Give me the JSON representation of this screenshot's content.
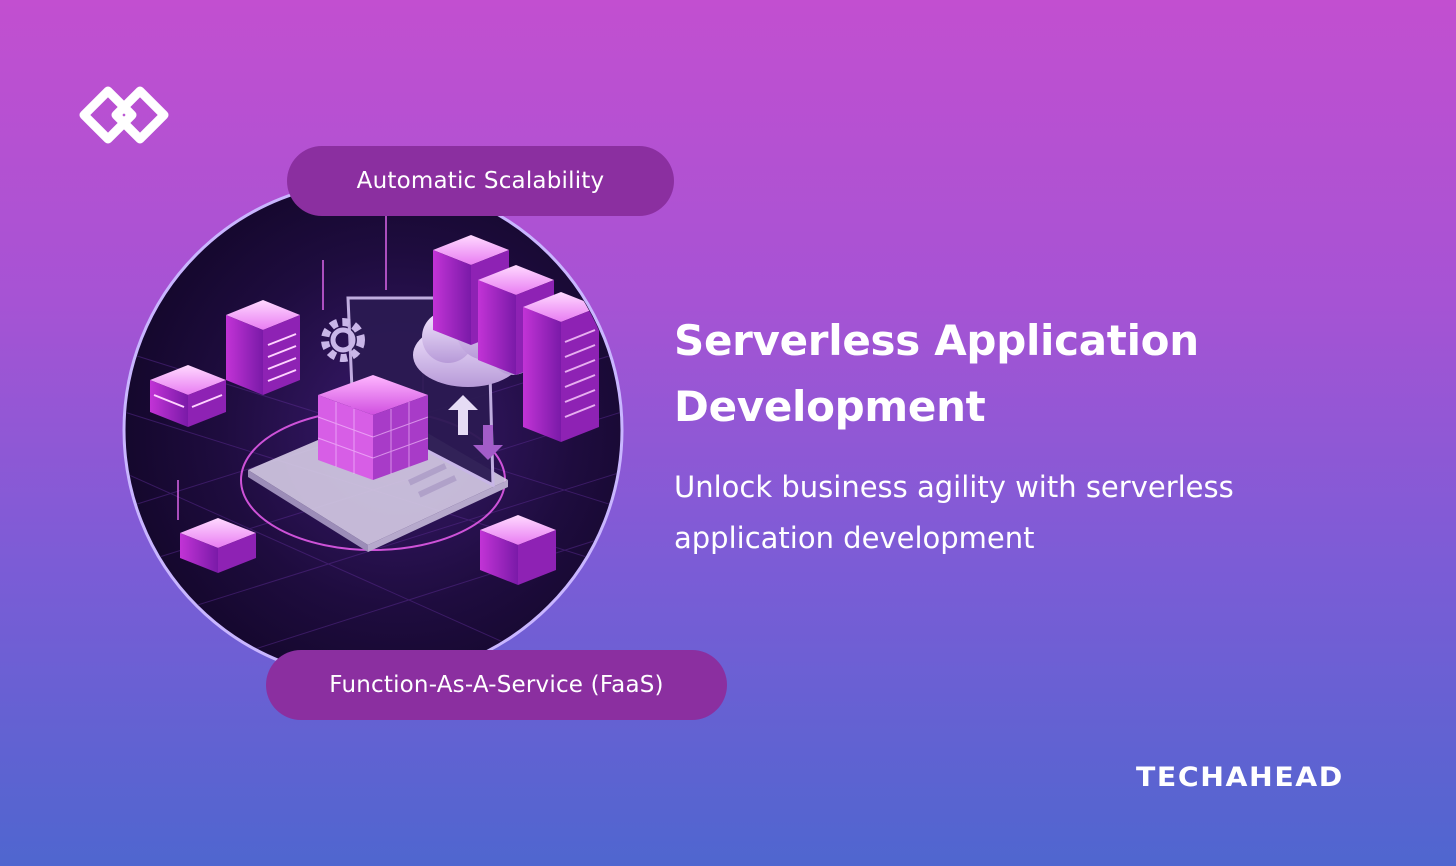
{
  "badges": {
    "top": "Automatic Scalability",
    "bottom": "Function-As-A-Service (FaaS)"
  },
  "headline": {
    "line1": "Serverless Application",
    "line2": "Development"
  },
  "subheadline": {
    "line1": "Unlock business agility with serverless",
    "line2": "application development"
  },
  "brand": {
    "name": "TECHAHEAD"
  },
  "icons": {
    "logo": "interlocked-diamonds-logo-icon",
    "illustration": "cloud-server-laptop-illustration"
  },
  "colors": {
    "gradient_top": "#c24fd0",
    "gradient_bottom": "#4f66cf",
    "pill_background": "#8b2fa0",
    "text": "#ffffff"
  }
}
